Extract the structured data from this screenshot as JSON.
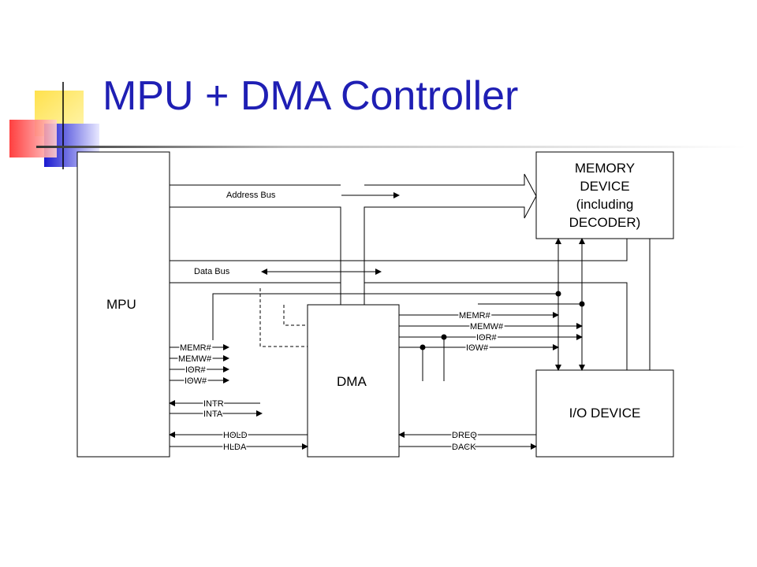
{
  "slide": {
    "title": "MPU + DMA Controller",
    "title_color": "#1f1fb4",
    "accent_colors": {
      "yellow": "#ffd700",
      "red": "#ff3b3b",
      "blue": "#1f1fd0"
    }
  },
  "diagram": {
    "blocks": {
      "mpu": "MPU",
      "dma": "DMA",
      "memory": [
        "MEMORY",
        "DEVICE",
        "(including",
        "DECODER)"
      ],
      "io": "I/O DEVICE"
    },
    "buses": {
      "address": "Address Bus",
      "data": "Data Bus"
    },
    "mpu_signals": [
      "MEMR#",
      "MEMW#",
      "IOR#",
      "IOW#",
      "INTR",
      "INTA",
      "HOLD",
      "HLDA"
    ],
    "dma_signals": [
      "MEMR#",
      "MEMW#",
      "IOR#",
      "IOW#",
      "DREQ",
      "DACK"
    ]
  }
}
